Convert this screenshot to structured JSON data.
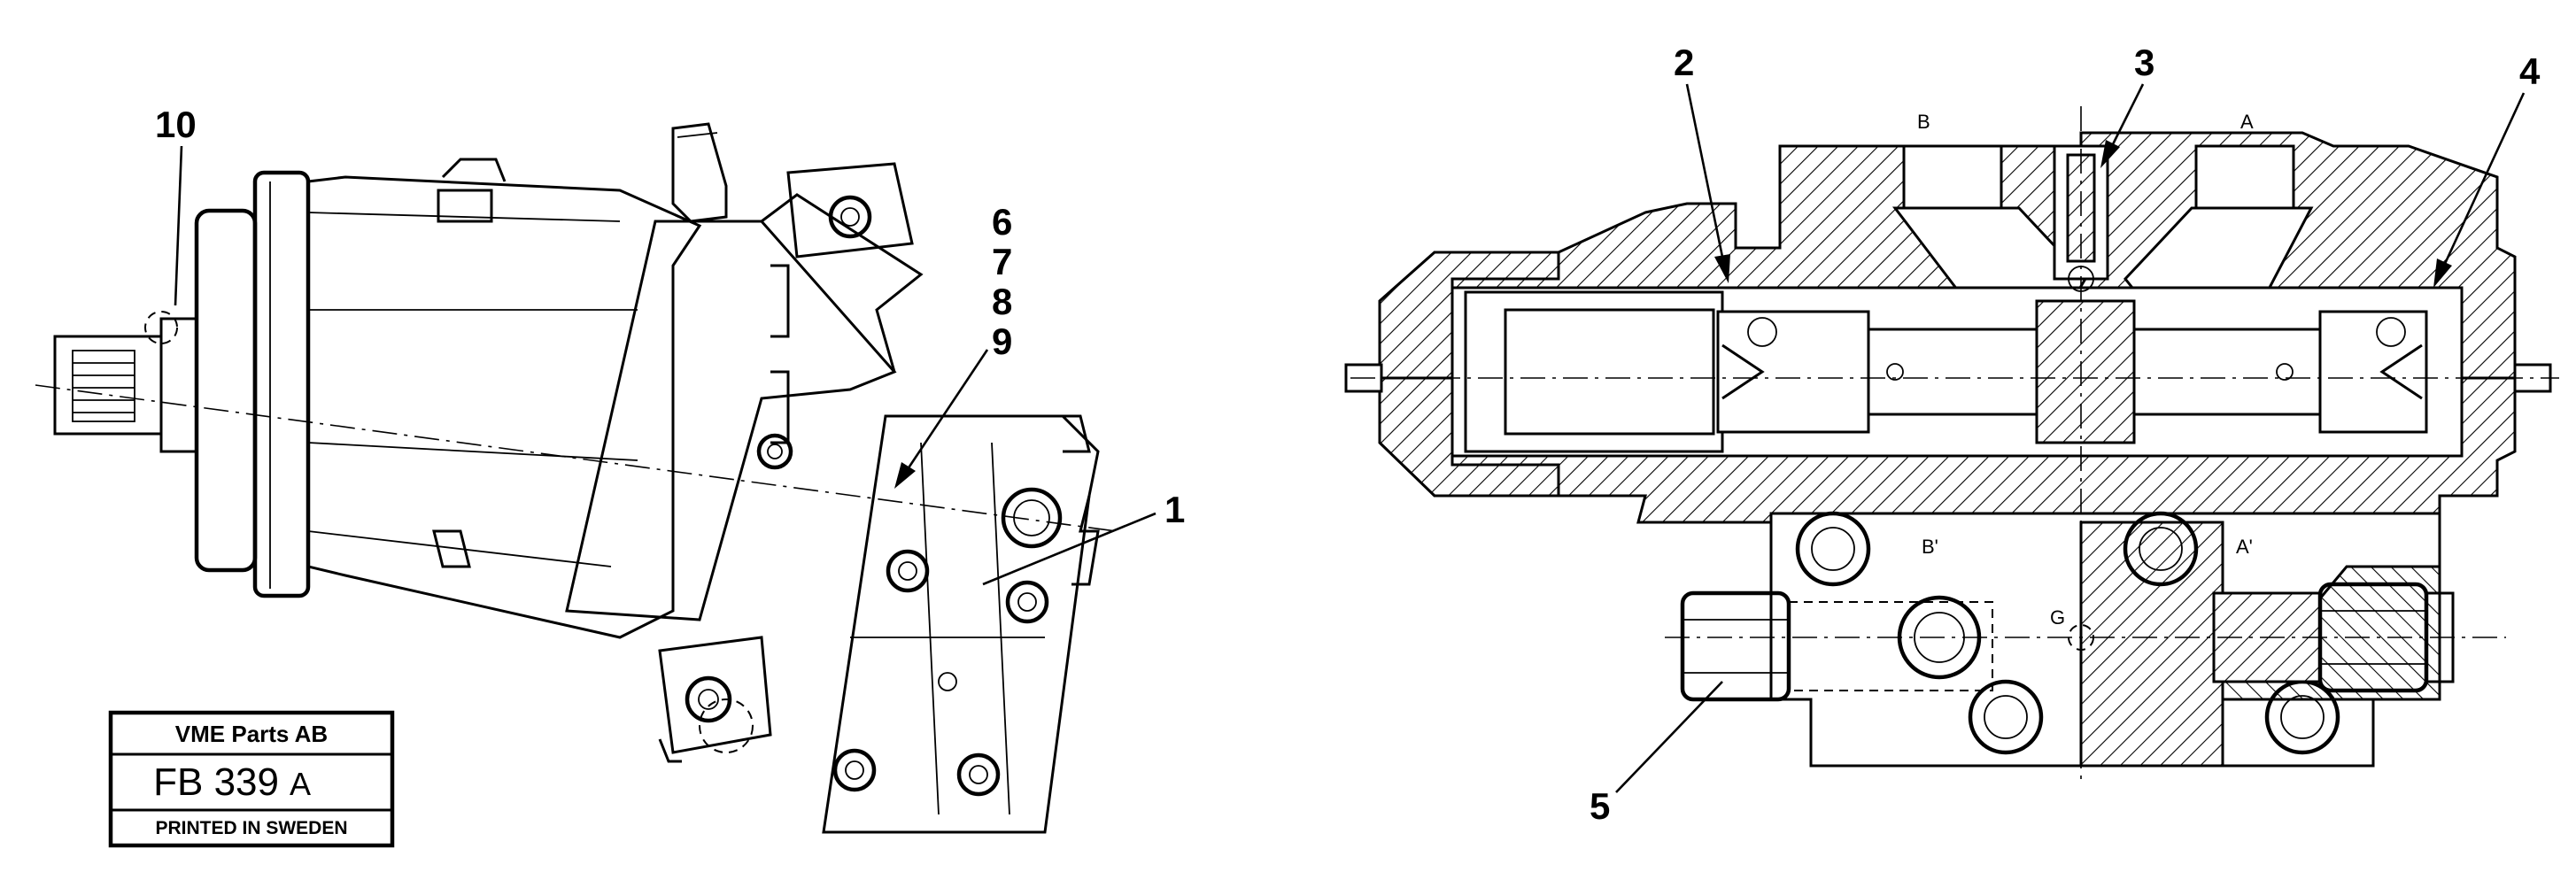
{
  "callouts": {
    "c1": "1",
    "c2": "2",
    "c3": "3",
    "c4": "4",
    "c5": "5",
    "c6": "6",
    "c7": "7",
    "c8": "8",
    "c9": "9",
    "c10": "10"
  },
  "ports": {
    "A": "A",
    "B": "B",
    "A_prime": "A'",
    "B_prime": "B'",
    "G": "G"
  },
  "title_block": {
    "company": "VME Parts AB",
    "code": "FB 339",
    "code_suffix": "A",
    "printed": "PRINTED IN SWEDEN"
  }
}
